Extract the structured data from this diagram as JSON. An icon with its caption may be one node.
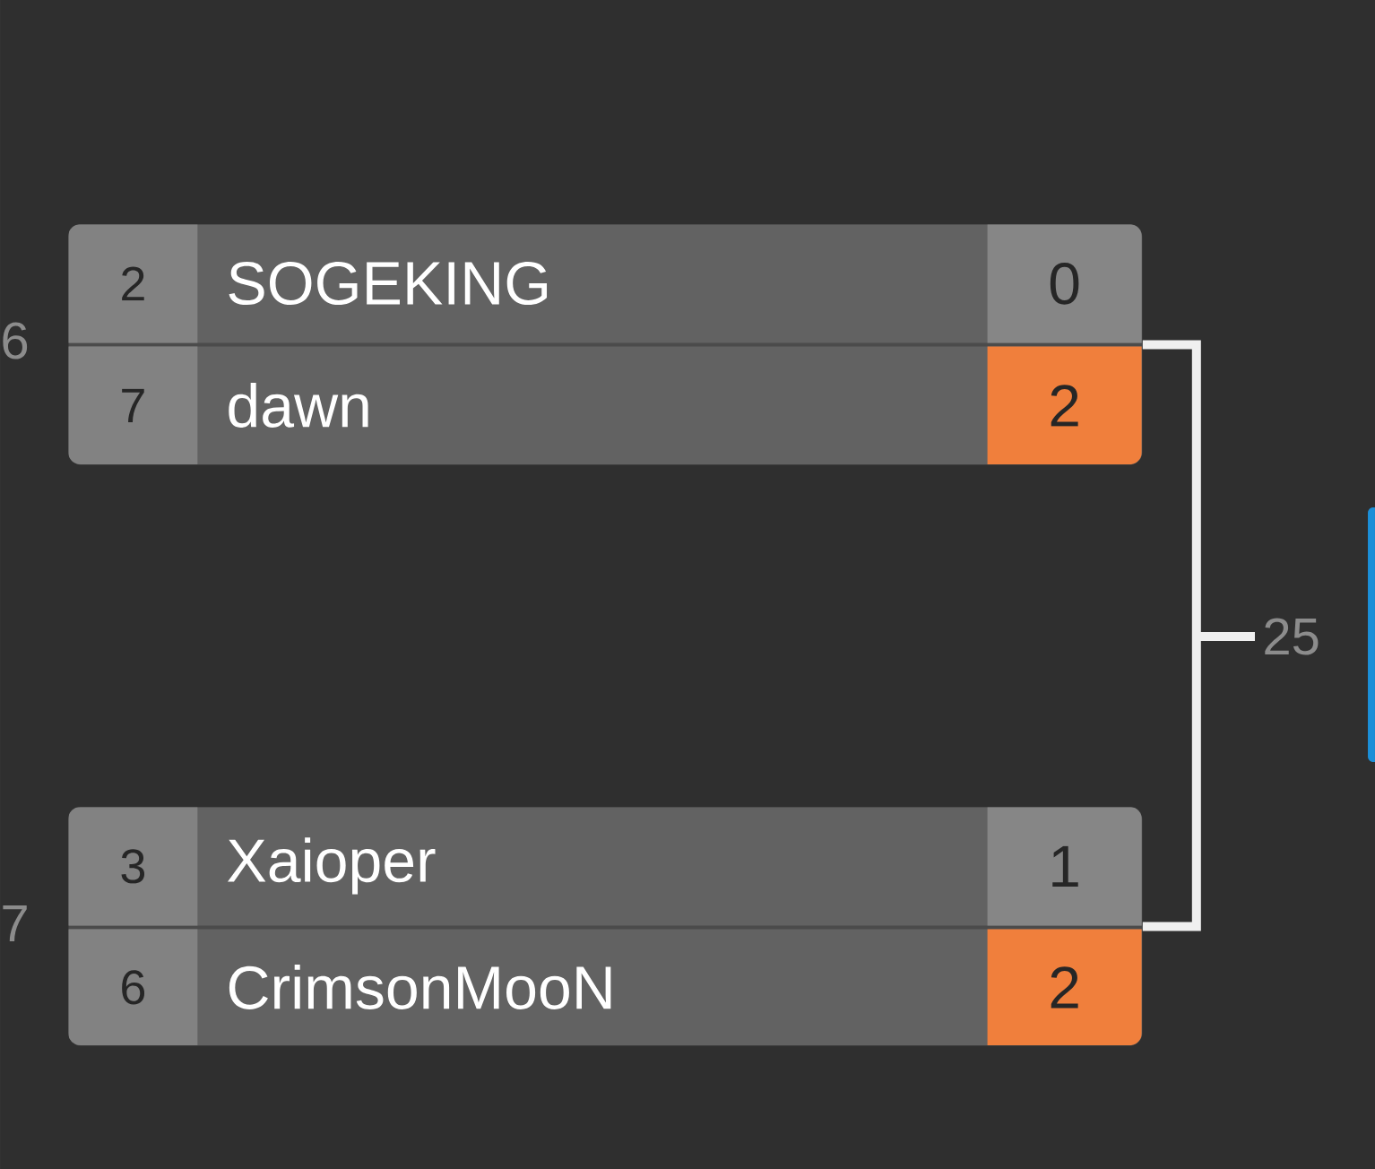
{
  "diagram": {
    "nodes": [
      {
        "text": [],
        "shape": "box"
      },
      {
        "text": [
          "2",
          "SOGEKING",
          "0"
        ],
        "in": 0
      },
      {
        "text": [
          "7",
          "dawn",
          "2"
        ],
        "in": 0
      },
      {
        "text": [],
        "shape": "box"
      },
      {
        "text": [
          "3",
          "Xaioper",
          "1"
        ],
        "in": 3
      },
      {
        "text": [
          "6",
          "CrimsonMooN",
          "2"
        ],
        "in": 3
      },
      {
        "text": [
          "25"
        ]
      }
    ],
    "edges": [
      {
        "from": 0,
        "to": 6,
        "arrow": "none"
      },
      {
        "from": 3,
        "to": 6,
        "arrow": "none"
      }
    ],
    "labels": [
      "6",
      "7"
    ]
  }
}
